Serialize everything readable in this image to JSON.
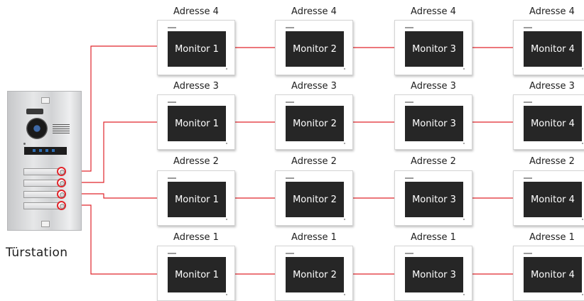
{
  "door_station": {
    "label": "Türstation",
    "buttons": 4
  },
  "rows": [
    {
      "address": "Adresse 4",
      "monitors": [
        "Monitor 1",
        "Monitor 2",
        "Monitor 3",
        "Monitor 4"
      ]
    },
    {
      "address": "Adresse 3",
      "monitors": [
        "Monitor 1",
        "Monitor 2",
        "Monitor 3",
        "Monitor 4"
      ]
    },
    {
      "address": "Adresse 2",
      "monitors": [
        "Monitor 1",
        "Monitor 2",
        "Monitor 3",
        "Monitor 4"
      ]
    },
    {
      "address": "Adresse 1",
      "monitors": [
        "Monitor 1",
        "Monitor 2",
        "Monitor 3",
        "Monitor 4"
      ]
    }
  ],
  "colors": {
    "wire": "#e0262c",
    "screen": "#262626",
    "text": "#1e1e1e"
  }
}
